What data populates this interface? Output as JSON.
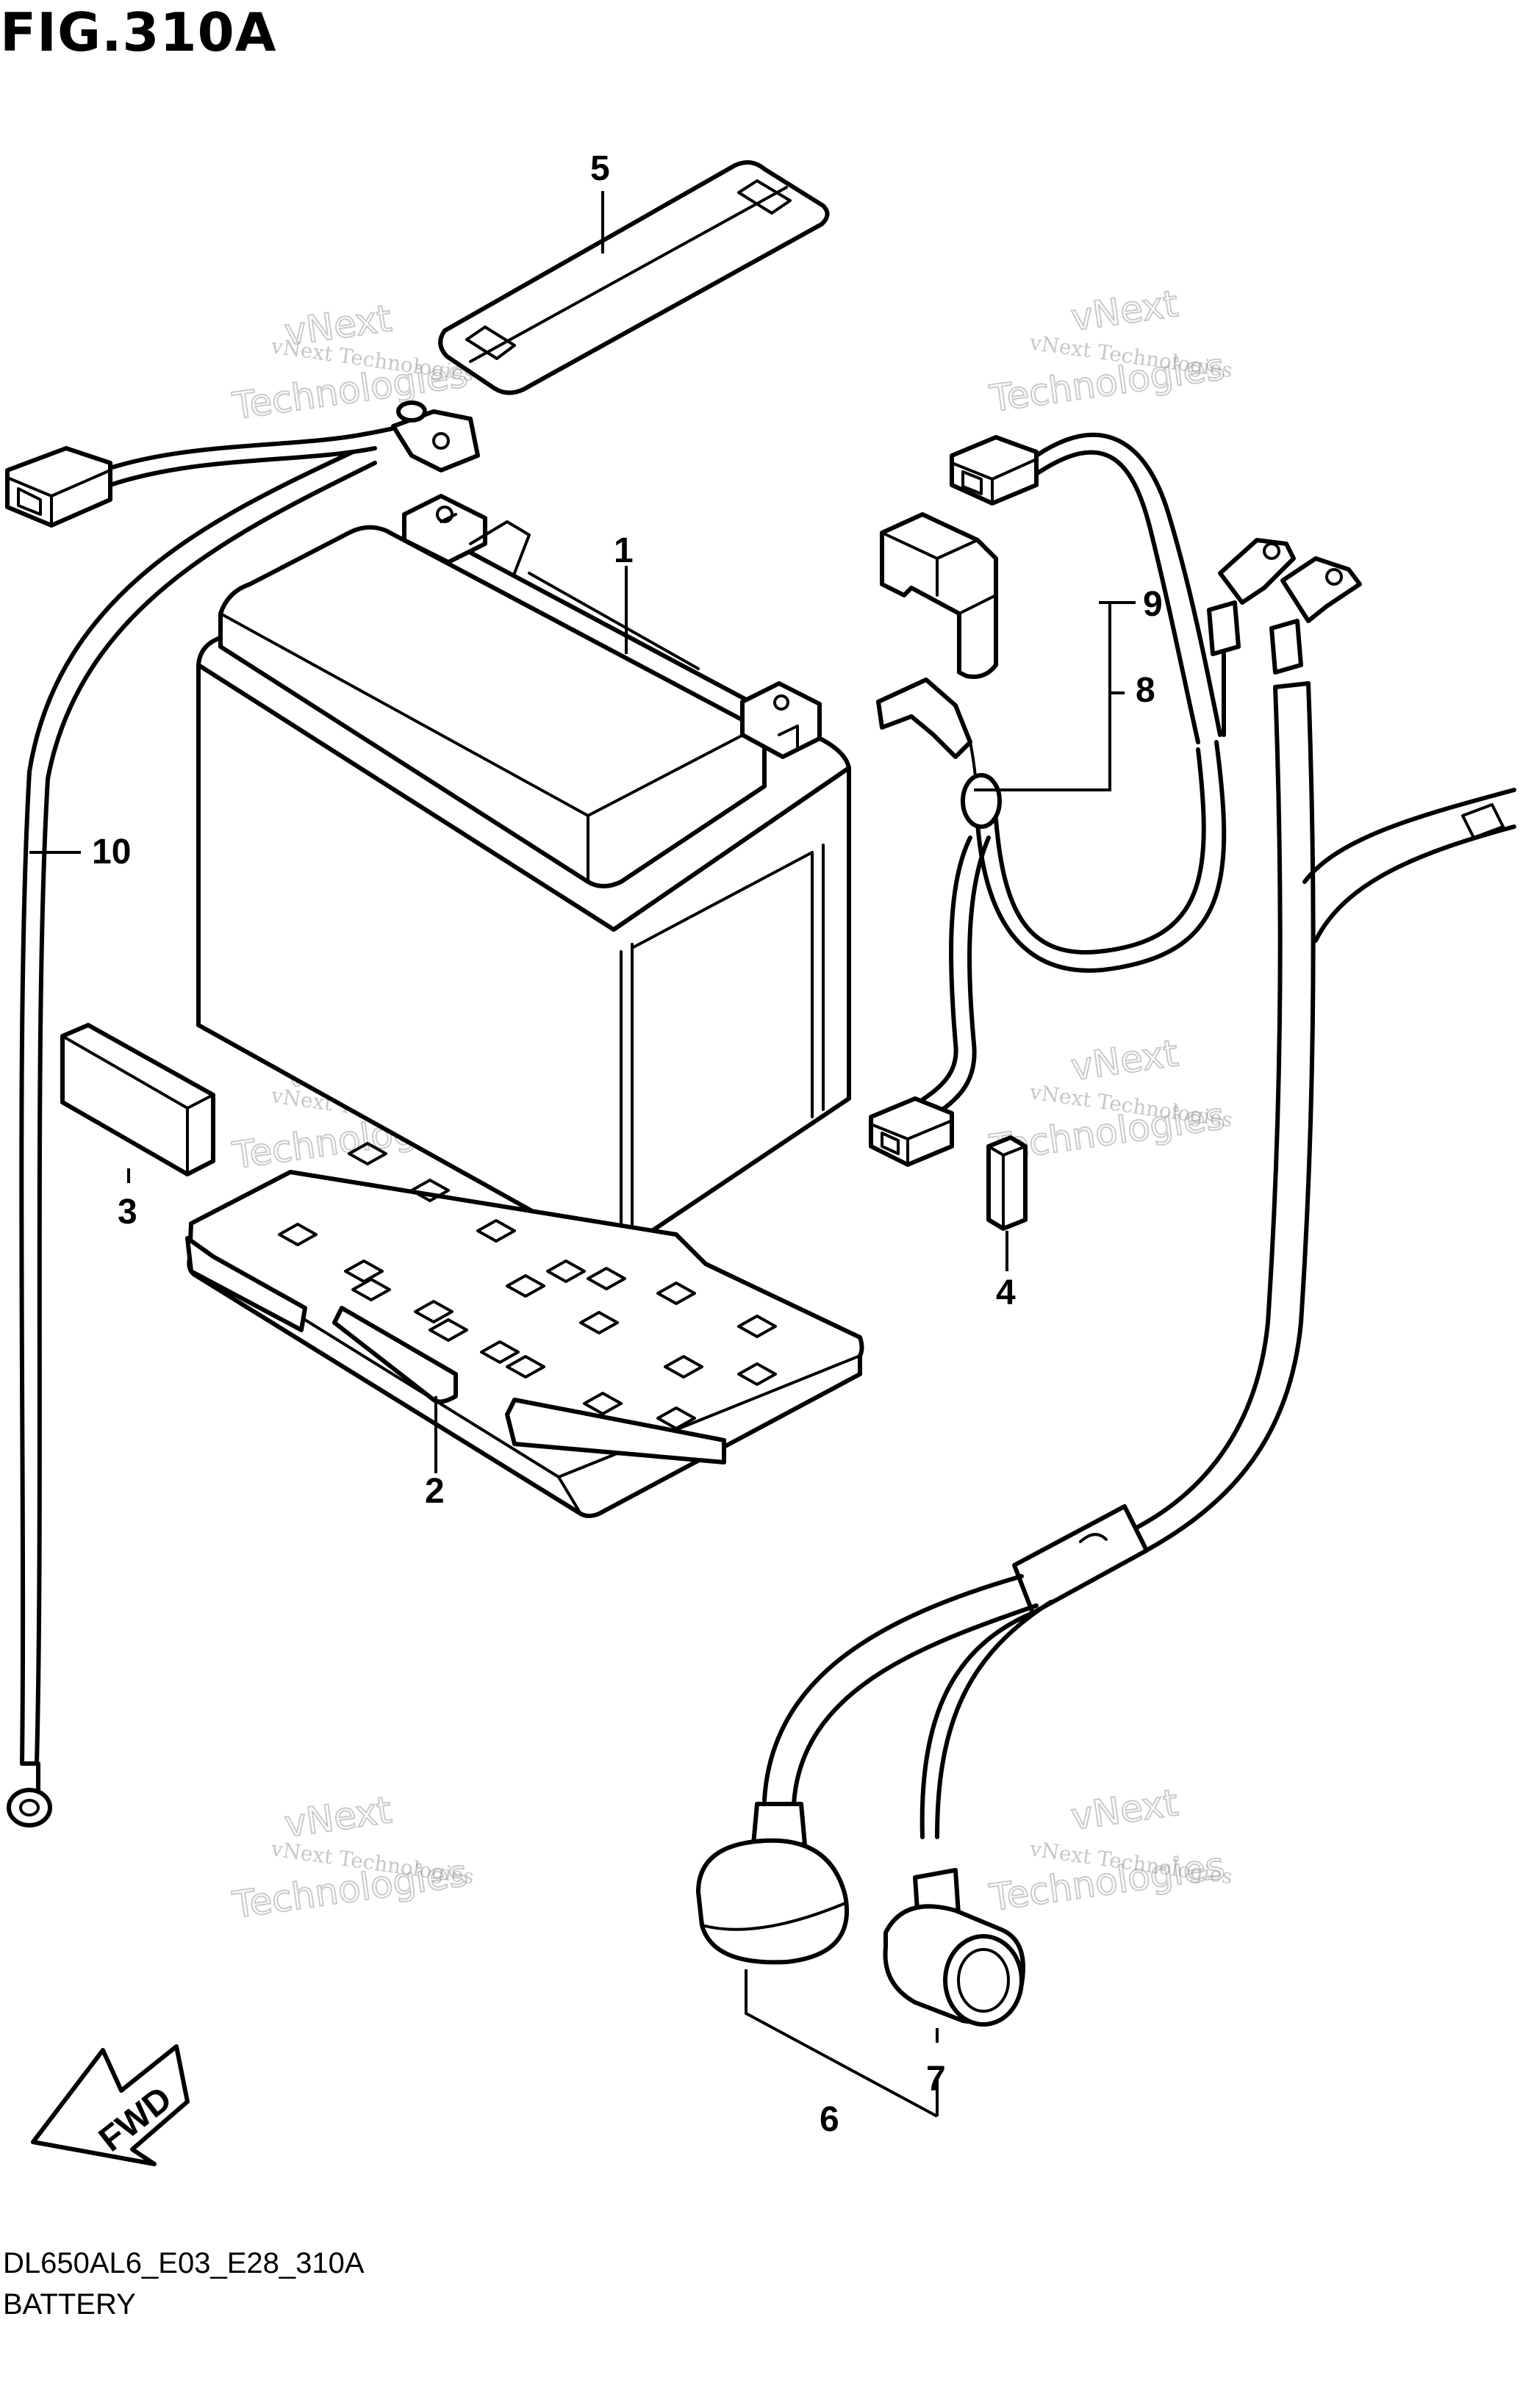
{
  "figure": {
    "title": "FIG.310A"
  },
  "footer": {
    "code": "DL650AL6_E03_E28_310A",
    "caption": "BATTERY"
  },
  "direction_badge": {
    "label": "FWD"
  },
  "watermark": {
    "line1": "vNext Technologies",
    "big1": "vNext",
    "big2": "Technologies"
  },
  "callouts": [
    {
      "id": "1",
      "label": "1"
    },
    {
      "id": "2",
      "label": "2"
    },
    {
      "id": "3",
      "label": "3"
    },
    {
      "id": "4",
      "label": "4"
    },
    {
      "id": "5",
      "label": "5"
    },
    {
      "id": "6",
      "label": "6"
    },
    {
      "id": "7",
      "label": "7"
    },
    {
      "id": "8",
      "label": "8"
    },
    {
      "id": "9",
      "label": "9"
    },
    {
      "id": "10",
      "label": "10"
    }
  ]
}
